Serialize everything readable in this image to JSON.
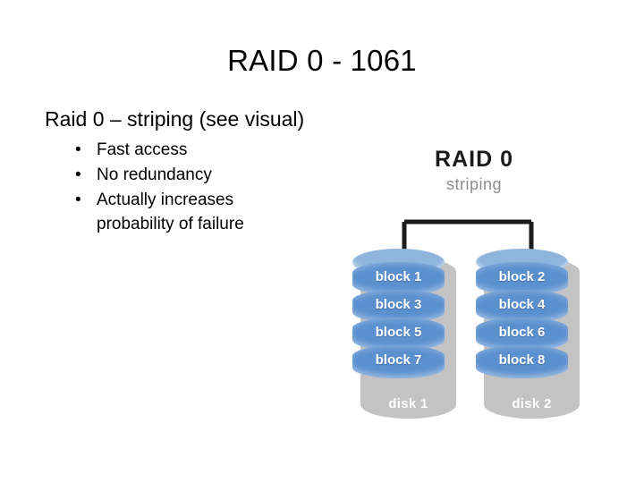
{
  "slide": {
    "title": "RAID 0 - 1061"
  },
  "content": {
    "level1": "Raid 0 – striping (see visual)",
    "level2": [
      "Fast access",
      "No redundancy",
      "Actually increases probability of failure"
    ],
    "bullet_glyph": "•"
  },
  "diagram": {
    "title": "RAID 0",
    "subtitle": "striping",
    "block_word": "block",
    "disks": [
      {
        "label": "disk 1",
        "blocks": [
          "1",
          "3",
          "5",
          "7"
        ]
      },
      {
        "label": "disk 2",
        "blocks": [
          "2",
          "4",
          "6",
          "8"
        ]
      }
    ]
  },
  "colors": {
    "background": "#ffffff",
    "text": "#000000",
    "diagram_title": "#1a1a1a",
    "diagram_subtitle": "#8d8d8d",
    "disk_blue": "#5b90cf",
    "disk_blue_light": "#8fb5dd",
    "disk_gray": "#c3c3c3",
    "connector": "#1c1c1c"
  }
}
